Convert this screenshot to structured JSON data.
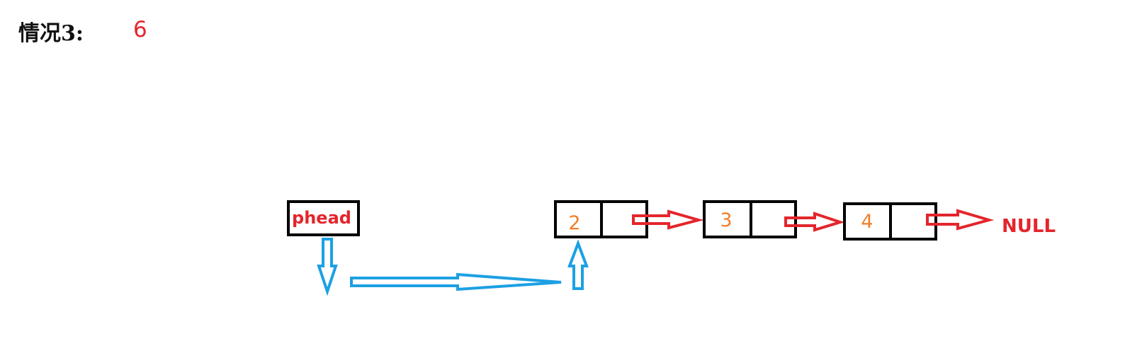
{
  "heading": {
    "label": "情况3:",
    "value": "6"
  },
  "head_pointer": {
    "label": "phead"
  },
  "nodes": [
    {
      "value": "2"
    },
    {
      "value": "3"
    },
    {
      "value": "4"
    }
  ],
  "terminator": {
    "label": "NULL"
  },
  "colors": {
    "box_border": "#000000",
    "head_label": "#e3262c",
    "node_value": "#f07f2a",
    "red_arrow": "#e3262c",
    "blue_arrow": "#1ca0e3",
    "null_label": "#e3262c",
    "heading_value": "#e3262c"
  }
}
